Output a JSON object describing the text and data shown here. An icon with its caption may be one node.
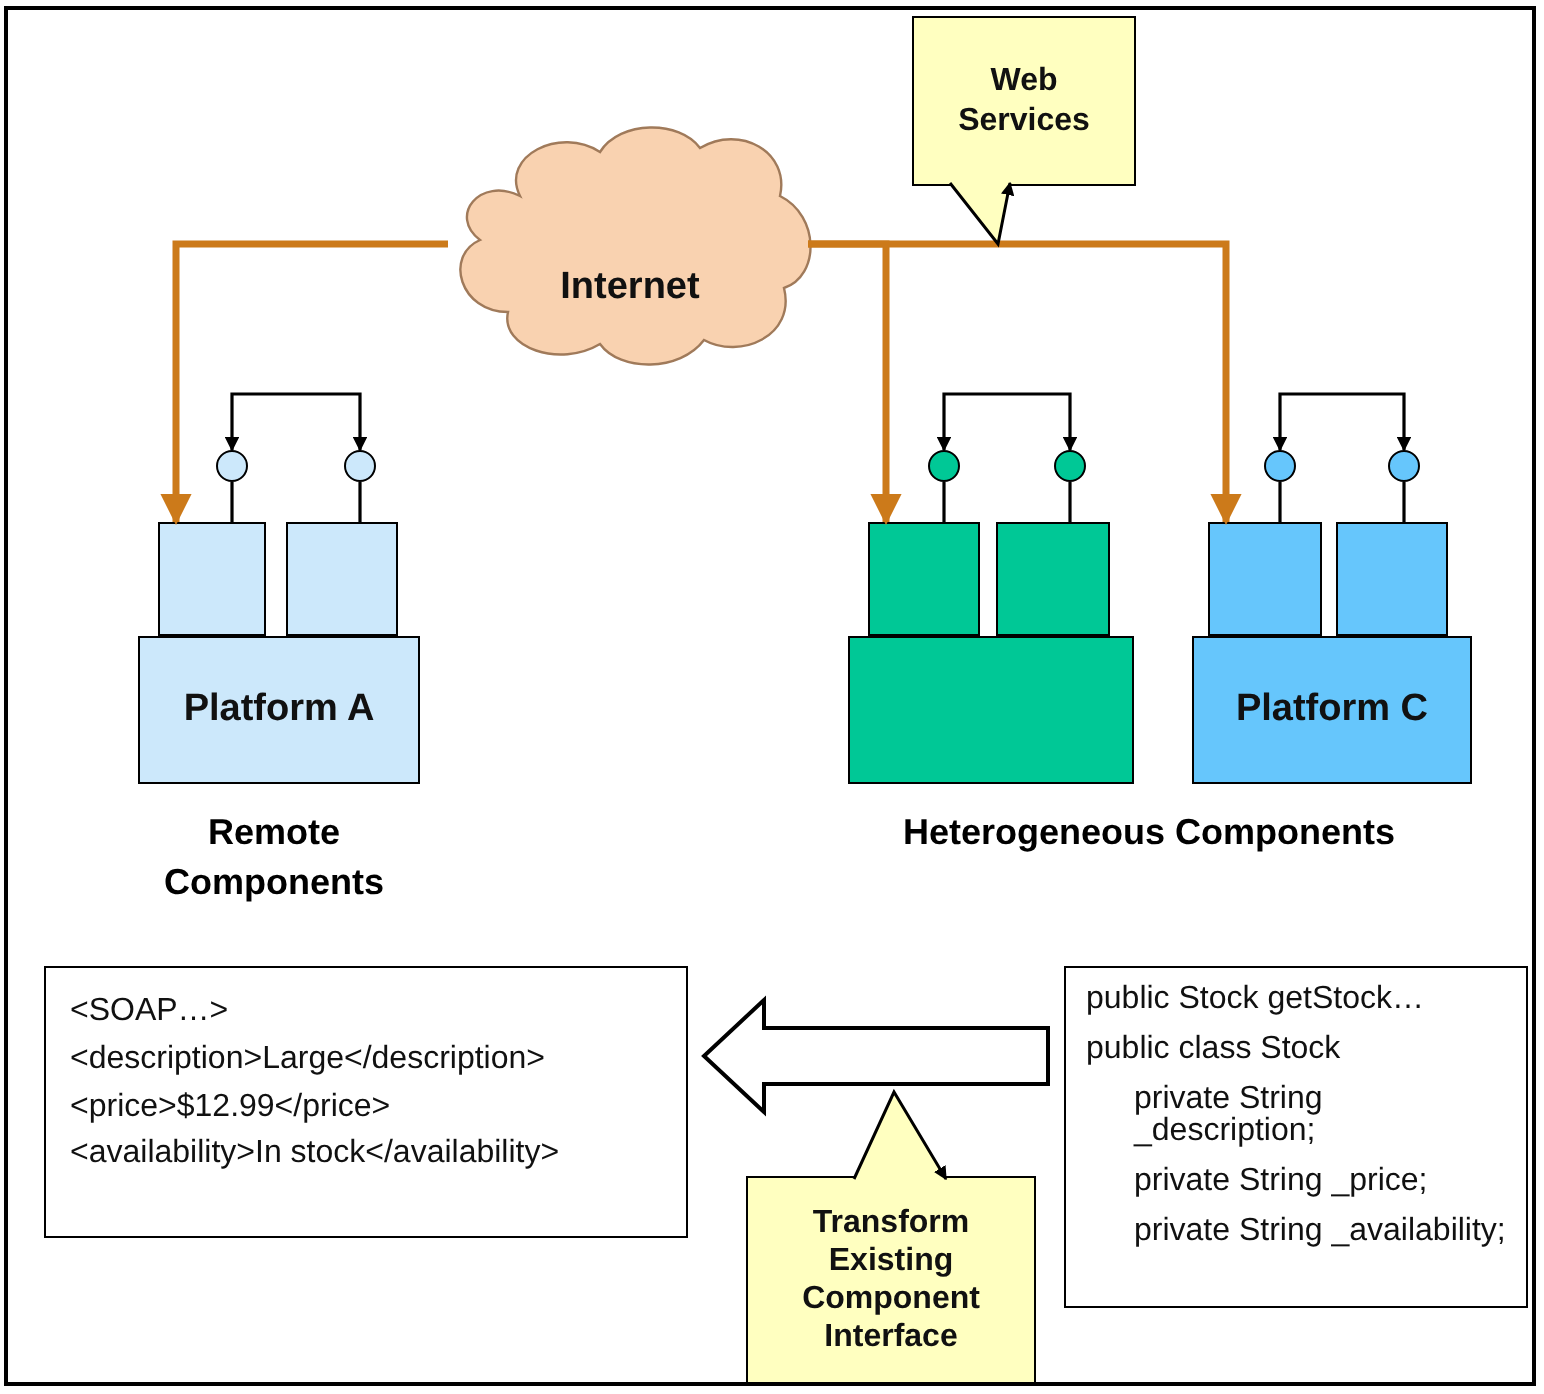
{
  "diagram": {
    "nodes": [
      {
        "text": [
          "Internet"
        ]
      },
      {
        "text": [
          "Web Services"
        ]
      },
      {
        "text": [
          "Platform A"
        ]
      },
      {
        "text": [],
        "shape": "box"
      },
      {
        "text": [],
        "shape": "box"
      },
      {
        "text": [],
        "shape": "circle"
      },
      {
        "text": [],
        "shape": "circle"
      },
      {
        "text": [],
        "shape": "box"
      },
      {
        "text": [],
        "shape": "box"
      },
      {
        "text": [],
        "shape": "box"
      },
      {
        "text": [],
        "shape": "circle"
      },
      {
        "text": [],
        "shape": "circle"
      },
      {
        "text": [
          "Platform C"
        ]
      },
      {
        "text": [],
        "shape": "box"
      },
      {
        "text": [],
        "shape": "box"
      },
      {
        "text": [],
        "shape": "circle"
      },
      {
        "text": [],
        "shape": "circle"
      },
      {
        "text": [
          "<SOAP…>",
          "<description>Large</description>",
          "<price>$12.99</price>",
          "<availability>In stock</availability>"
        ]
      },
      {
        "text": [
          "public Stock getStock…",
          "public class Stock",
          "private String _description;",
          "private String _price;",
          "private String _availability;"
        ]
      },
      {
        "text": [
          "Transform Existing Component Interface"
        ]
      }
    ],
    "edges": [
      {
        "from": 0,
        "to": 3,
        "arrow": "to",
        "style": "thick",
        "color": "#cc7a1a"
      },
      {
        "from": 0,
        "to": 8,
        "arrow": "to",
        "style": "thick",
        "color": "#cc7a1a"
      },
      {
        "from": 0,
        "to": 13,
        "arrow": "to",
        "style": "thick",
        "color": "#cc7a1a"
      },
      {
        "from": 5,
        "to": 6,
        "arrow": "both"
      },
      {
        "from": 5,
        "to": 3,
        "arrow": "none"
      },
      {
        "from": 6,
        "to": 4,
        "arrow": "none"
      },
      {
        "from": 10,
        "to": 11,
        "arrow": "both"
      },
      {
        "from": 10,
        "to": 8,
        "arrow": "none"
      },
      {
        "from": 11,
        "to": 9,
        "arrow": "none"
      },
      {
        "from": 15,
        "to": 16,
        "arrow": "both"
      },
      {
        "from": 15,
        "to": 13,
        "arrow": "none"
      },
      {
        "from": 16,
        "to": 14,
        "arrow": "none"
      },
      {
        "from": 18,
        "to": 17,
        "arrow": "to",
        "style": "thick"
      },
      {
        "from": 1,
        "to": null,
        "arrow": "to"
      },
      {
        "from": 19,
        "to": null,
        "arrow": "to"
      }
    ],
    "labels": [
      "Remote Components",
      "Heterogeneous Components"
    ]
  }
}
